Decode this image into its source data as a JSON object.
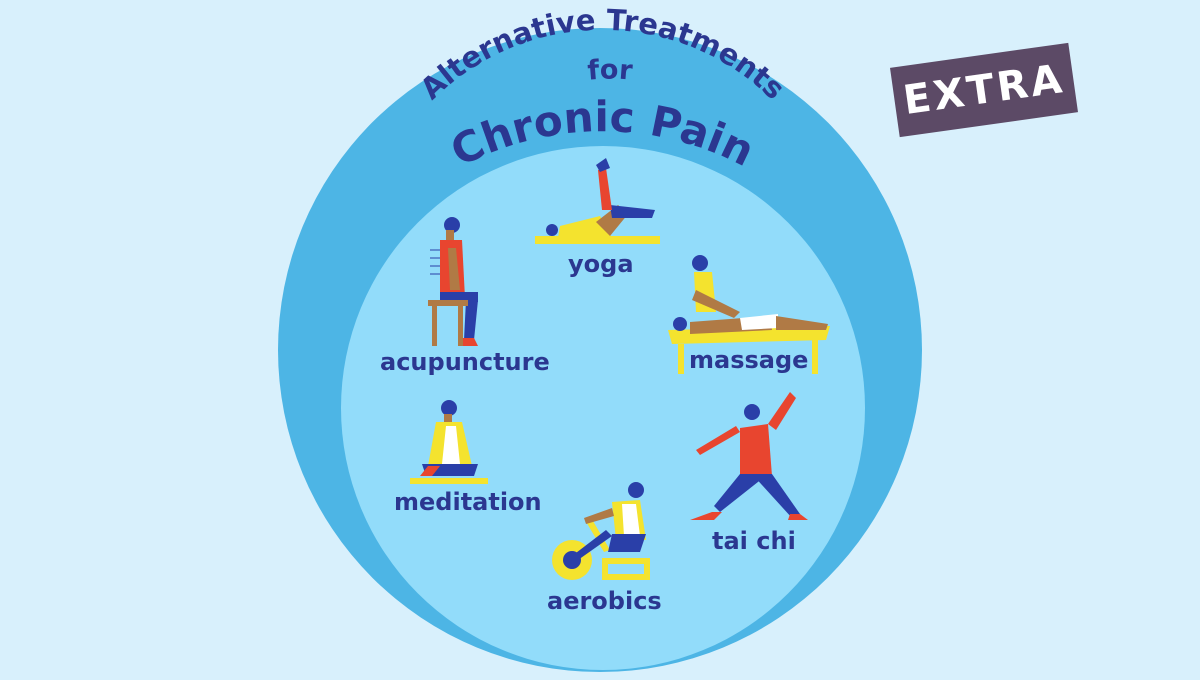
{
  "title": {
    "line1": "Alternative Treatments",
    "line2": "for",
    "line3": "Chronic Pain"
  },
  "badge": "EXTRA",
  "treatments": [
    {
      "id": "acupuncture",
      "label": "acupuncture"
    },
    {
      "id": "yoga",
      "label": "yoga"
    },
    {
      "id": "massage",
      "label": "massage"
    },
    {
      "id": "meditation",
      "label": "meditation"
    },
    {
      "id": "tai-chi",
      "label": "tai chi"
    },
    {
      "id": "aerobics",
      "label": "aerobics"
    }
  ],
  "colors": {
    "background": "#d8f0fc",
    "outer_circle": "#4db5e5",
    "inner_circle": "#92dcfa",
    "text": "#2b3790",
    "badge": "#5c4a66",
    "figure_red": "#e8452f",
    "figure_blue": "#2a3fa8",
    "figure_yellow": "#f4e32e",
    "figure_skin": "#b07a45"
  }
}
